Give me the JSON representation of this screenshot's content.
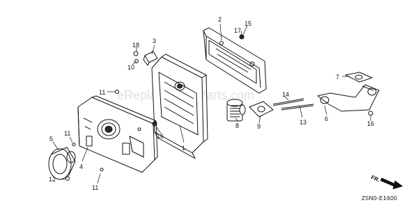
{
  "watermark": "eReplacementParts.com",
  "diagram_code": "Z5N0-E1600",
  "direction_label": "FR.",
  "callouts": [
    {
      "id": "c1",
      "text": "1"
    },
    {
      "id": "c2",
      "text": "2"
    },
    {
      "id": "c3",
      "text": "3"
    },
    {
      "id": "c4",
      "text": "4"
    },
    {
      "id": "c5",
      "text": "5"
    },
    {
      "id": "c6",
      "text": "6"
    },
    {
      "id": "c7",
      "text": "7"
    },
    {
      "id": "c8",
      "text": "8"
    },
    {
      "id": "c9",
      "text": "9"
    },
    {
      "id": "c10",
      "text": "10"
    },
    {
      "id": "c11a",
      "text": "11"
    },
    {
      "id": "c11b",
      "text": "11"
    },
    {
      "id": "c11c",
      "text": "11"
    },
    {
      "id": "c12",
      "text": "12"
    },
    {
      "id": "c13",
      "text": "13"
    },
    {
      "id": "c14",
      "text": "14"
    },
    {
      "id": "c15",
      "text": "15"
    },
    {
      "id": "c16a",
      "text": "16"
    },
    {
      "id": "c16b",
      "text": "16"
    },
    {
      "id": "c17",
      "text": "17"
    },
    {
      "id": "c18",
      "text": "18"
    }
  ]
}
